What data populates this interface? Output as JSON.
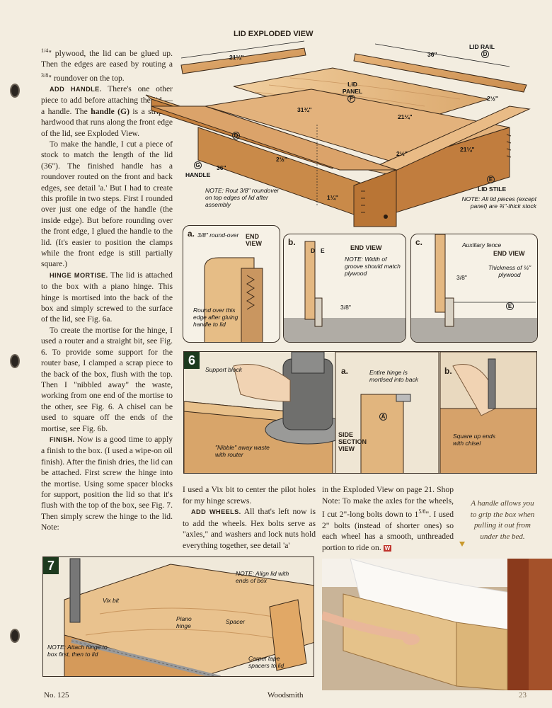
{
  "left_column": {
    "p1_a": "",
    "p1_frac": "1/4",
    "p1_b": "\" plywood, the lid can be glued up. Then the edges are eased by routing a ",
    "p1_frac2": "3/8",
    "p1_c": "\" roundover on the top.",
    "h_handle": "ADD HANDLE.",
    "p2_a": " There's one other piece to add before attaching the lid — a handle. The ",
    "p2_bold": "handle (G)",
    "p2_b": " is a strip of hardwood that runs along the front edge of the lid, see Exploded View.",
    "p3": "To make the handle, I cut a piece of stock to match the length of the lid (36\"). The finished handle has a roundover routed on the front and back edges, see detail 'a.' But I had to create this profile in two steps. First I rounded over just one edge of the handle (the inside edge). But before rounding over the front edge, I glued the handle to the lid. (It's easier to position the clamps while the front edge is still partially square.)",
    "h_hinge": "HINGE MORTISE.",
    "p4": " The lid is attached to the box with a piano hinge. This hinge is mortised into the back of the box and simply screwed to the surface of the lid, see Fig. 6a.",
    "p5": "To create the mortise for the hinge, I used a router and a straight bit, see Fig. 6. To provide some support for the router base, I clamped a scrap piece to the back of the box, flush with the top. Then I \"nibbled away\" the waste, working from one end of the mortise to the other, see Fig. 6. A chisel can be used to square off the ends of the mortise, see Fig. 6b.",
    "h_finish": "FINISH.",
    "p6": " Now is a good time to apply a finish to the box. (I used a wipe-on oil finish). After the finish dries, the lid can be attached. First screw the hinge into the mortise. Using some spacer blocks for support, position the lid so that it's flush with the top of the box, see Fig. 7. Then simply screw the hinge to the lid. Note:"
  },
  "middle_column": {
    "p1": "I used a Vix bit to center the pilot holes for my hinge screws.",
    "h_wheels": "ADD WHEELS.",
    "p2": " All that's left now is to add the wheels. Hex bolts serve as \"axles,\" and washers and lock nuts hold everything together, see detail 'a'"
  },
  "right_column": {
    "p1_a": "in the Exploded View on page 21. Shop Note: To make the axles for the wheels, I cut 2\"-long bolts down to 1",
    "p1_frac": "5/8",
    "p1_b": "\". I used 2\" bolts (instead of shorter ones) so each wheel has a smooth, unthreaded portion to ride on.",
    "end_mark": "W"
  },
  "caption": "A handle allows you to grip the box when pulling it out from under the bed.",
  "exploded": {
    "title": "LID EXPLODED VIEW",
    "dim_2114_top": "21¼\"",
    "dim_36_top": "36\"",
    "lid_rail": "LID RAIL",
    "lid_rail_id": "D",
    "lid_panel": "LID PANEL",
    "lid_panel_id": "F",
    "dim_3134": "31¾\"",
    "dim_2114_panel": "21¼\"",
    "dim_212_rail": "2½\"",
    "dim_212_mid": "2½\"",
    "dim_2114_side": "21¼\"",
    "dim_212_left": "2½\"",
    "d_label": "D",
    "g_label": "G",
    "handle": "HANDLE",
    "dim_36_handle": "36\"",
    "dim_114": "1¼\"",
    "e_label": "E",
    "lid_stile": "LID STILE",
    "note_rout": "NOTE: Rout 3/8\" roundover on top edges of lid after assembly",
    "note_stock": "NOTE: All lid pieces (except panel) are ¾\"-thick stock"
  },
  "detail_a": {
    "tag": "a.",
    "roundover": "3/8\" round-over",
    "end_view": "END VIEW",
    "round_over_note": "Round over this edge after gluing handle to lid"
  },
  "detail_b": {
    "tag": "b.",
    "end_view": "END VIEW",
    "d": "D",
    "e": "E",
    "note": "NOTE: Width of groove should match plywood",
    "dim": "3/8\""
  },
  "detail_c": {
    "tag": "c.",
    "fence": "Auxiliary fence",
    "end_view": "END VIEW",
    "thickness": "Thickness of ¼\" plywood",
    "dim": "3/8\"",
    "e": "E"
  },
  "fig6": {
    "num": "6",
    "support_block": "Support block",
    "nibble": "\"Nibble\" away waste with router",
    "a_tag": "a.",
    "hinge_note": "Entire hinge is mortised into back",
    "side_section": "SIDE SECTION VIEW",
    "a_id": "A",
    "b_tag": "b.",
    "square_note": "Square up ends with chisel"
  },
  "fig7": {
    "num": "7",
    "vix_bit": "Vix bit",
    "note_align": "NOTE: Align lid with ends of box",
    "piano_hinge": "Piano hinge",
    "spacer": "Spacer",
    "note_attach": "NOTE: Attach hinge to box first, then to lid",
    "carpet_tape": "Carpet tape spacers to lid"
  },
  "footer": {
    "issue": "No. 125",
    "magazine": "Woodsmith",
    "page": "23"
  }
}
